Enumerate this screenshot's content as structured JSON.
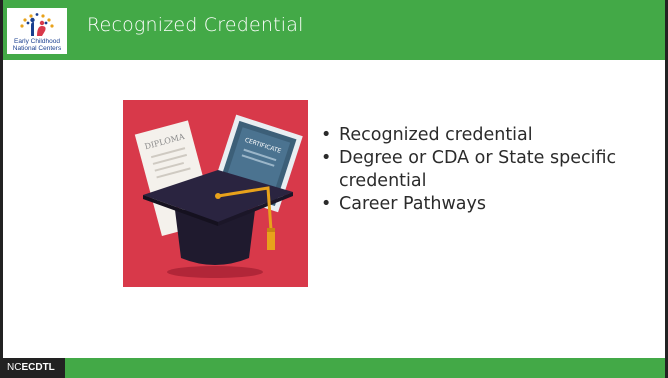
{
  "header": {
    "title": "Recognized Credential",
    "logo_text_line1": "Early Childhood",
    "logo_text_line2": "National Centers",
    "color": "#43a947"
  },
  "image": {
    "description_icon": "graduation-cap-diploma-certificate-icon",
    "diploma_label": "DIPLOMA",
    "certificate_label": "CERTIFICATE",
    "background": "#d8394a"
  },
  "bullets": [
    "Recognized credential",
    "Degree or CDA or State specific credential",
    "Career Pathways"
  ],
  "footer": {
    "tag_prefix": "NC",
    "tag_bold": "ECDTL",
    "color": "#43a947"
  }
}
